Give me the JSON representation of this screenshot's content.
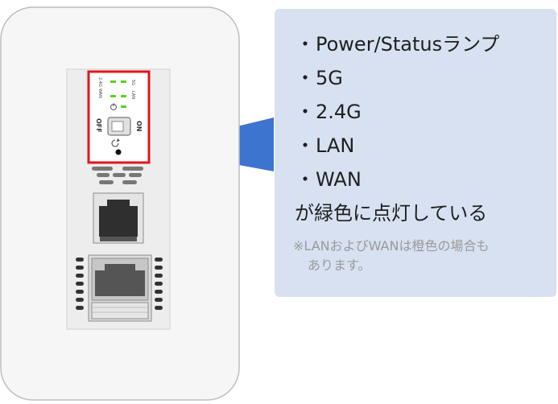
{
  "device": {
    "label_wan": "WAN",
    "label_24g": "2.4G",
    "label_lan": "LAN",
    "label_5g": "5G",
    "label_off": "OFF",
    "label_on": "ON",
    "power_icon": "power-icon",
    "reset_icon": "reset-icon",
    "led_color": "#5ad21e",
    "highlight_color": "#e4161c"
  },
  "callout": {
    "bullet": "・",
    "items": [
      {
        "label": "Power/Statusランプ"
      },
      {
        "label": "5G"
      },
      {
        "label": "2.4G"
      },
      {
        "label": "LAN"
      },
      {
        "label": "WAN"
      }
    ],
    "summary": "が緑色に点灯している",
    "note_line1": "※LANおよびWANは橙色の場合も",
    "note_line2": "あります。",
    "pointer_color": "#3d74d0",
    "panel_color": "#d7e1f1"
  }
}
